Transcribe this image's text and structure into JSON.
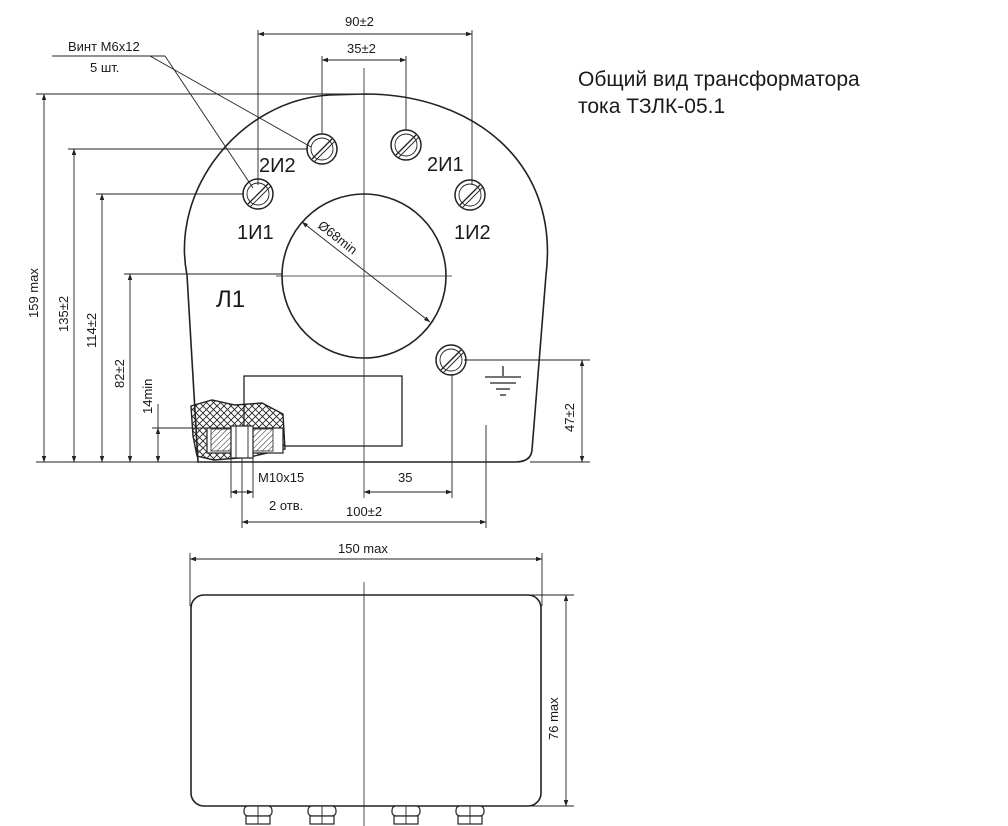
{
  "title": {
    "line1": "Общий вид трансформатора",
    "line2": "тока ТЗЛК-05.1"
  },
  "callout": {
    "screw_spec": "Винт М6х12",
    "screw_qty": "5 шт."
  },
  "dimensions": {
    "width_top": "90±2",
    "terminal_pitch": "35±2",
    "height_total": "159 max",
    "height_2": "135±2",
    "height_3": "114±2",
    "height_4": "82±2",
    "height_5": "14min",
    "ground_height": "47±2",
    "bore": "Ø68min",
    "thread": "М10х15",
    "holes": "2 отв.",
    "offset": "35",
    "base_span": "100±2",
    "width_max": "150 max",
    "depth_max": "76 max"
  },
  "terminals": {
    "t1": "2И2",
    "t2": "2И1",
    "t3": "1И1",
    "t4": "1И2",
    "primary": "Л1"
  },
  "icons": {
    "ground": "ground-symbol-icon",
    "screw": "slotted-screw-icon"
  }
}
